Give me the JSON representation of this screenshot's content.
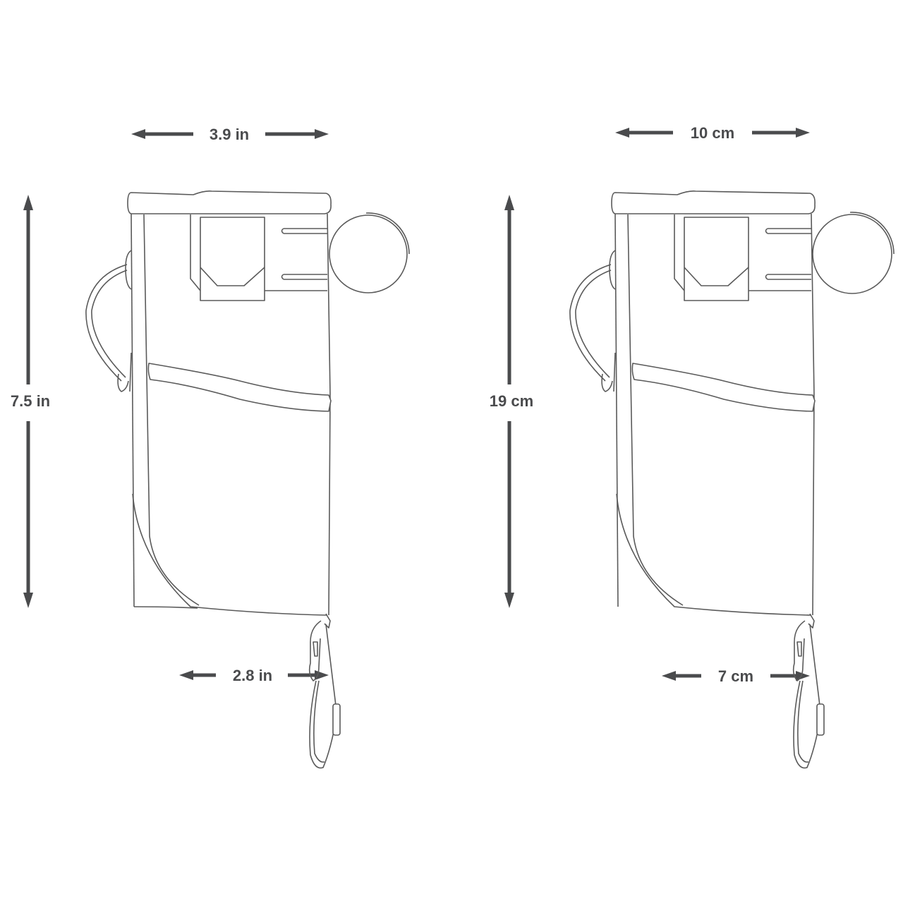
{
  "figure": {
    "title": "",
    "colors": {
      "background": "#ffffff",
      "outline": "#5a5a5a",
      "dimension": "#4a4b4d"
    },
    "panels": [
      {
        "unit_system": "imperial",
        "dimensions": {
          "top_width": "3.9 in",
          "height": "7.5 in",
          "bottom_width": "2.8 in"
        }
      },
      {
        "unit_system": "metric",
        "dimensions": {
          "top_width": "10 cm",
          "height": "19 cm",
          "bottom_width": "7 cm"
        }
      }
    ]
  }
}
